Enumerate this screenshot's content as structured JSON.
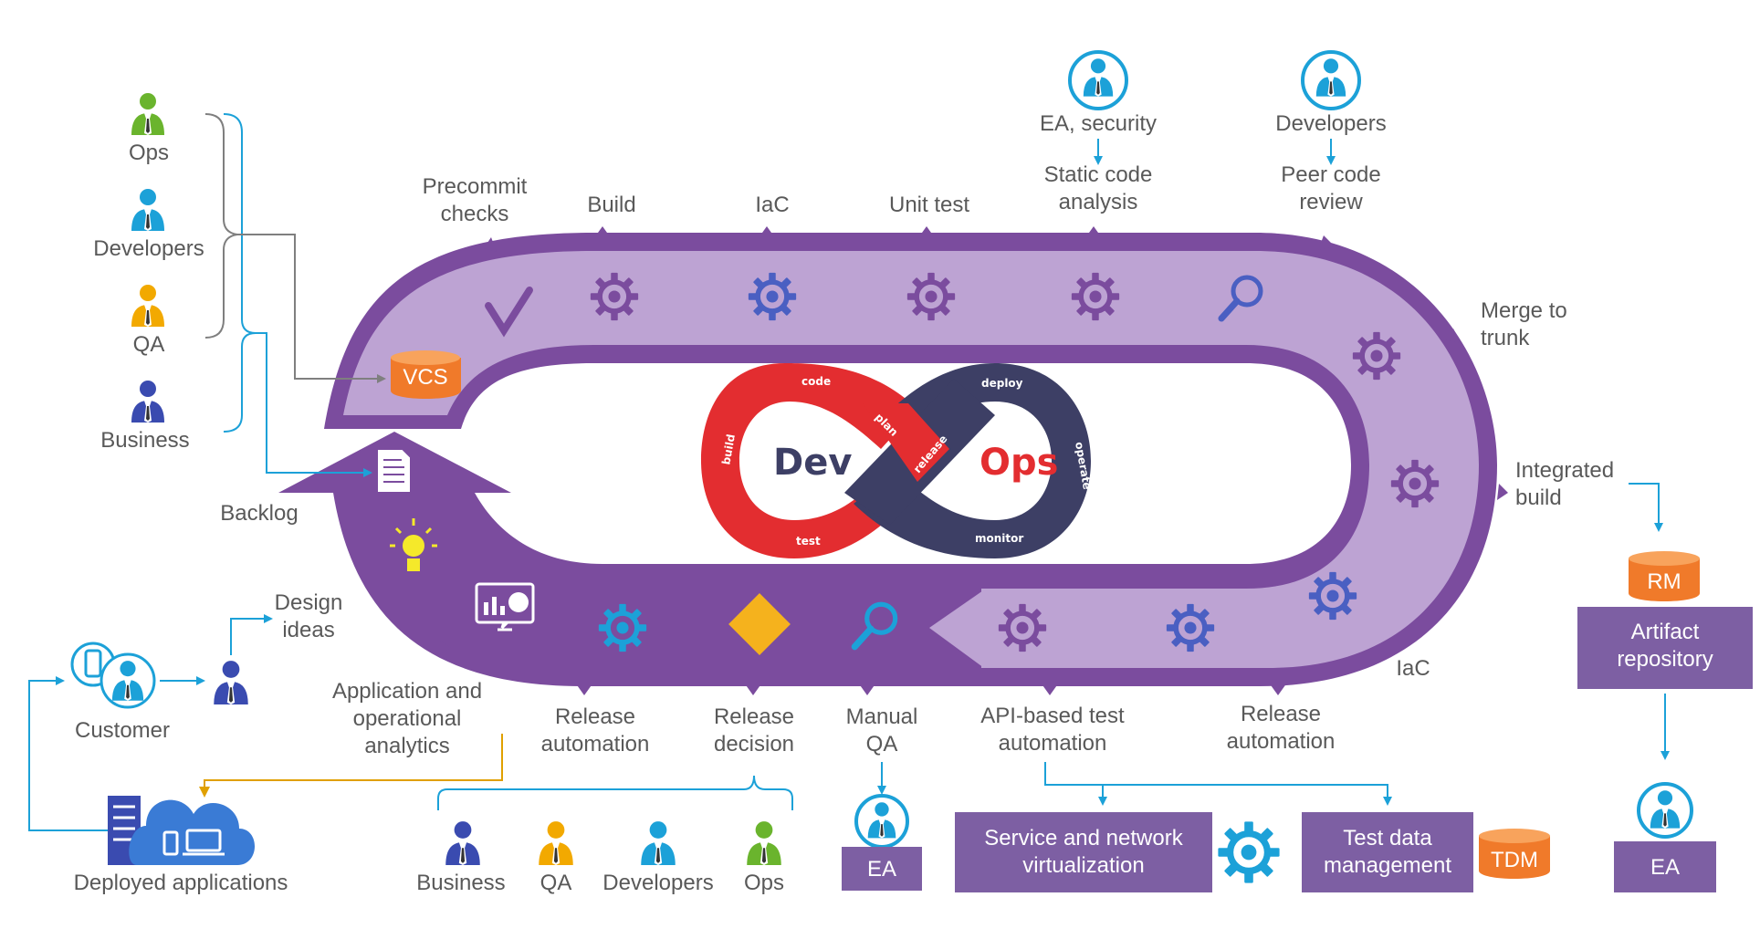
{
  "top_roles": {
    "ea_security": "EA, security",
    "developers": "Developers"
  },
  "left_roles": [
    "Ops",
    "Developers",
    "QA",
    "Business"
  ],
  "steps": {
    "precommit": [
      "Precommit",
      "checks"
    ],
    "build": "Build",
    "iac_top": "IaC",
    "unit_test": "Unit test",
    "static_analysis": [
      "Static code",
      "analysis"
    ],
    "peer_review": [
      "Peer code",
      "review"
    ],
    "merge": [
      "Merge to",
      "trunk"
    ],
    "integrated_build": [
      "Integrated",
      "build"
    ],
    "iac_bottom": "IaC",
    "release_automation_right": [
      "Release",
      "automation"
    ],
    "api_test": [
      "API-based test",
      "automation"
    ],
    "manual_qa": [
      "Manual",
      "QA"
    ],
    "release_decision": [
      "Release",
      "decision"
    ],
    "release_automation_left": [
      "Release",
      "automation"
    ],
    "analytics": [
      "Application and",
      "operational",
      "analytics"
    ],
    "design_ideas": [
      "Design",
      "ideas"
    ],
    "backlog": "Backlog"
  },
  "vcs": "VCS",
  "customer": "Customer",
  "deployed_apps": "Deployed applications",
  "bottom_roles": [
    "Business",
    "QA",
    "Developers",
    "Ops"
  ],
  "rm": "RM",
  "artifact_repo": [
    "Artifact",
    "repository"
  ],
  "ea": "EA",
  "service_virt": [
    "Service and network",
    "virtualization"
  ],
  "test_data": [
    "Test data",
    "management"
  ],
  "tdm": "TDM",
  "devops": {
    "dev": "Dev",
    "ops": "Ops",
    "code": "code",
    "plan": "plan",
    "build": "build",
    "test": "test",
    "release": "release",
    "deploy": "deploy",
    "operate": "operate",
    "monitor": "monitor"
  },
  "colors": {
    "track_dark": "#7b4c9e",
    "track_light": "#bda3d3",
    "box_purple": "#7d5fa3",
    "orange": "#f07a2a",
    "blue": "#1ca1d8",
    "devops_red": "#e32d30",
    "devops_navy": "#3d3f65",
    "gold": "#f2a900",
    "green": "#6ab42d"
  },
  "icons": [
    "person-icon",
    "gear-icon",
    "checkmark-icon",
    "magnifier-icon",
    "document-icon",
    "lightbulb-icon",
    "monitor-chart-icon",
    "diamond-icon",
    "cloud-devices-icon",
    "server-icon",
    "smartphone-icon",
    "database-icon"
  ]
}
